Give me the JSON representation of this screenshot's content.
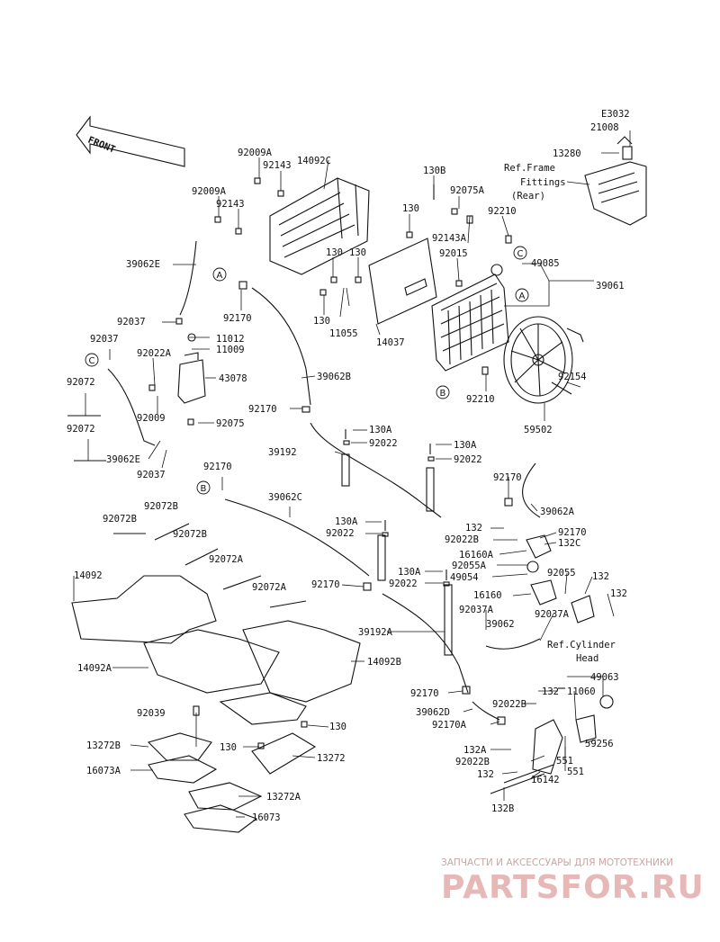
{
  "diagram_code": "E3032",
  "front_label": "FRONT",
  "references": {
    "frame": [
      "Ref.Frame",
      "Fittings",
      "(Rear)"
    ],
    "cylinder": [
      "Ref.Cylinder",
      "Head"
    ]
  },
  "circle_markers": [
    "A",
    "B",
    "C"
  ],
  "labels": [
    "21008",
    "13280",
    "14092C",
    "92009A",
    "92143",
    "92009A",
    "92143",
    "130B",
    "92075A",
    "92210",
    "130",
    "92143A",
    "130",
    "130",
    "92015",
    "49085",
    "39061",
    "130",
    "11055",
    "14037",
    "92210",
    "92154",
    "59502",
    "39062E",
    "92170",
    "92037",
    "11012",
    "11009",
    "92037",
    "92022A",
    "43078",
    "92072",
    "92009",
    "92075",
    "92072",
    "39062E",
    "92037",
    "39062B",
    "92170",
    "130A",
    "92022",
    "39192",
    "130A",
    "92022",
    "92170",
    "39062A",
    "92170",
    "39062C",
    "92072B",
    "92072B",
    "92072B",
    "92072A",
    "92072A",
    "130A",
    "92022",
    "132",
    "92170",
    "92022B",
    "132C",
    "16160A",
    "92055A",
    "49054",
    "92055",
    "132",
    "130A",
    "92022",
    "92170",
    "132",
    "16160",
    "92037A",
    "92037A",
    "39062",
    "14092",
    "39192A",
    "14092A",
    "14092B",
    "92170",
    "132",
    "39062D",
    "92022B",
    "11060",
    "49063",
    "92170A",
    "59256",
    "92039",
    "130",
    "13272B",
    "130",
    "13272",
    "132A",
    "551",
    "92022B",
    "551",
    "16073A",
    "132",
    "16142",
    "13272A",
    "132B",
    "16073"
  ],
  "watermark": {
    "top": "ЗАПЧАСТИ И АКСЕССУАРЫ ДЛЯ МОТОТЕХНИКИ",
    "brand": "PARTSFOR.RU"
  }
}
